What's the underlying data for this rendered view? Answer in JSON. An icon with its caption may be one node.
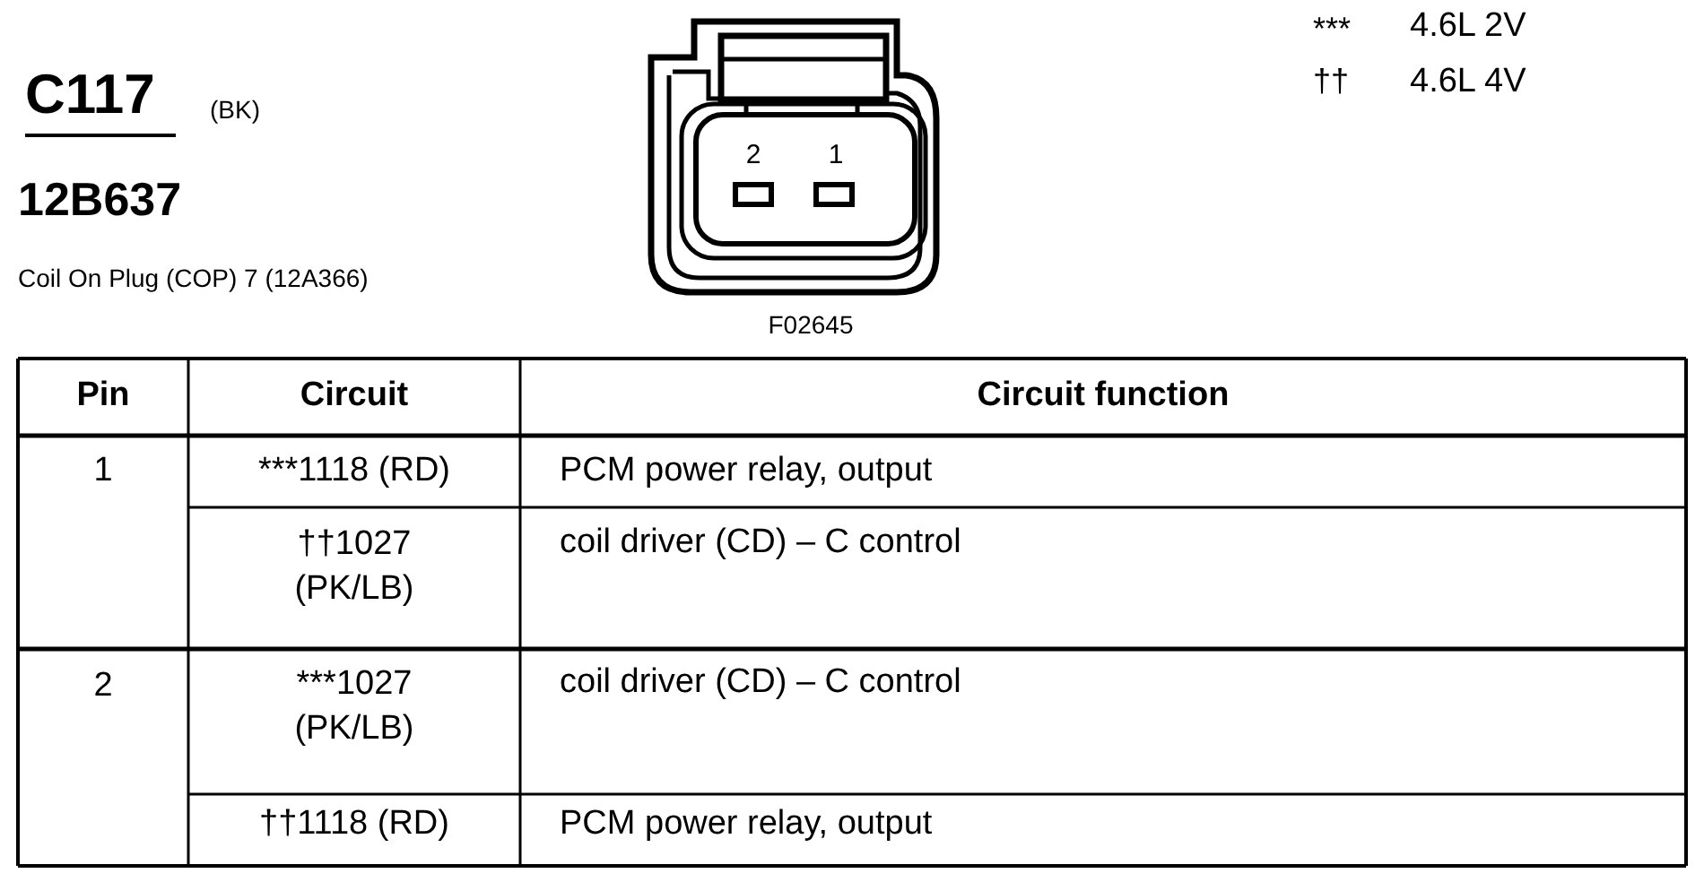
{
  "diagram": {
    "title": "C117",
    "labels": [
      "(BK)",
      "12B637",
      "Coil On Plug (COP) 7 (12A366)",
      "2",
      "1",
      "F02645",
      "***",
      "4.6L 2V",
      "††",
      "4.6L 4V",
      "Pin",
      "Circuit",
      "Circuit function",
      "1",
      "***1118 (RD)",
      "PCM power relay, output",
      "††1027 (PK/LB)",
      "coil driver (CD) – C control",
      "2",
      "***1027 (PK/LB)",
      "coil driver (CD) – C control",
      "††1118 (RD)",
      "PCM power relay, output"
    ]
  }
}
